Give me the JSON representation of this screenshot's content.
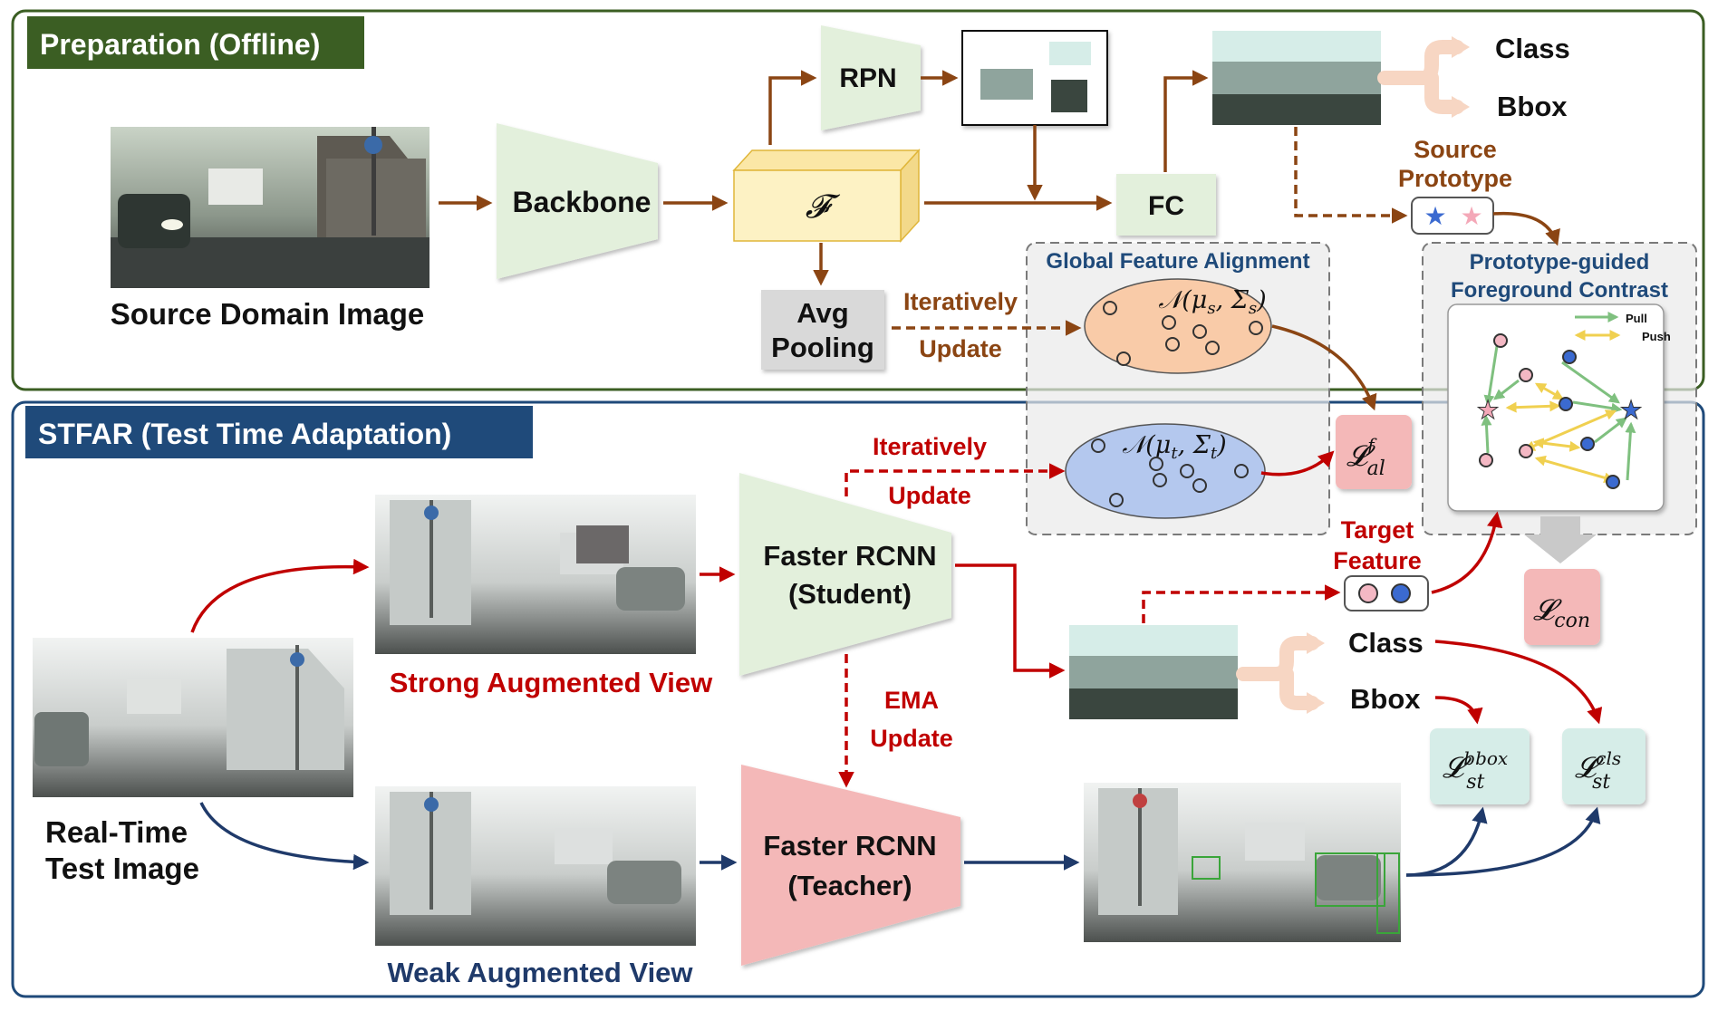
{
  "sections": {
    "preparation": {
      "title": "Preparation (Offline)",
      "color": "#3b5e23"
    },
    "stfar": {
      "title": "STFAR (Test Time Adaptation)",
      "color": "#1f4a7a"
    }
  },
  "colors": {
    "brown": "#8b4513",
    "red": "#c00000",
    "navy": "#1f3a6a",
    "green_block": "#e3f0dc",
    "feature_box": "#fdf2c4",
    "pink_block": "#f4b8b8",
    "teal_block": "#d6ede8",
    "source_gauss": "#f9cba8",
    "target_gauss": "#b4c8ee"
  },
  "prep": {
    "source_image_label": "Source Domain Image",
    "backbone": "Backbone",
    "feature_symbol": "𝓕",
    "rpn": "RPN",
    "fc": "FC",
    "avg_pooling_line1": "Avg",
    "avg_pooling_line2": "Pooling",
    "iter_update_line1": "Iteratively",
    "iter_update_line2": "Update",
    "class_label": "Class",
    "bbox_label": "Bbox",
    "source_prototype_line1": "Source",
    "source_prototype_line2": "Prototype"
  },
  "gfa": {
    "title": "Global Feature Alignment",
    "source_dist": "𝒩(μ",
    "source_dist_sub": "s",
    "source_dist_mid": ", Σ",
    "source_dist_end": ")",
    "target_dist": "𝒩(μ",
    "target_dist_sub": "t",
    "target_dist_mid": ", Σ",
    "target_dist_end": ")"
  },
  "pgfc": {
    "title_line1": "Prototype-guided",
    "title_line2": "Foreground Contrast",
    "legend_pull": "Pull",
    "legend_push": "Push"
  },
  "losses": {
    "align_main": "𝓛",
    "align_sup": "f",
    "align_sub": "al",
    "con_main": "𝓛",
    "con_sub": "con",
    "bbox_main": "𝓛",
    "bbox_sup": "bbox",
    "bbox_sub": "st",
    "cls_main": "𝓛",
    "cls_sup": "cls",
    "cls_sub": "st"
  },
  "stfar": {
    "iter_update_line1": "Iteratively",
    "iter_update_line2": "Update",
    "student_line1": "Faster RCNN",
    "student_line2": "(Student)",
    "teacher_line1": "Faster RCNN",
    "teacher_line2": "(Teacher)",
    "ema_line1": "EMA",
    "ema_line2": "Update",
    "strong_view": "Strong Augmented View",
    "weak_view": "Weak Augmented View",
    "test_image_line1": "Real-Time",
    "test_image_line2": "Test Image",
    "target_feature_line1": "Target",
    "target_feature_line2": "Feature",
    "class_label": "Class",
    "bbox_label": "Bbox"
  }
}
